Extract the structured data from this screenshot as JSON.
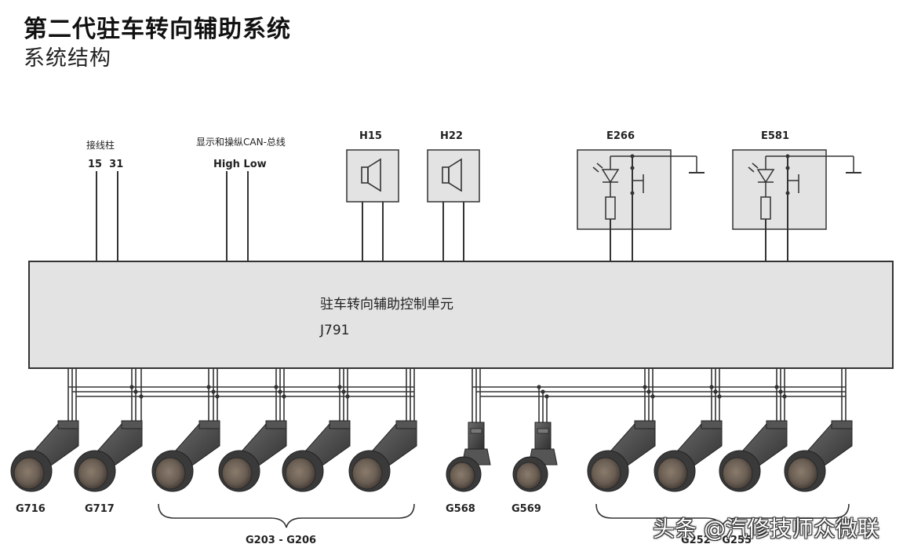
{
  "title": "第二代驻车转向辅助系统",
  "subtitle": "系统结构",
  "terminal_label": "接线柱",
  "terminal_numbers": "15  31",
  "can_label": "显示和操纵CAN-总线",
  "can_lines": "High Low",
  "h15": "H15",
  "h22": "H22",
  "e266": "E266",
  "e581": "E581",
  "control_unit_name": "驻车转向辅助控制单元",
  "control_unit_code": "J791",
  "sensors": {
    "g716": "G716",
    "g717": "G717",
    "g203_g206": "G203 - G206",
    "g568": "G568",
    "g569": "G569",
    "g252_g255": "G252 - G255"
  },
  "watermark": "头条 @汽修技师众微联",
  "colors": {
    "box_fill": "#e3e3e3",
    "line": "#333333",
    "sensor_body": "#4a4a4a",
    "sensor_face": "#6e6257"
  }
}
